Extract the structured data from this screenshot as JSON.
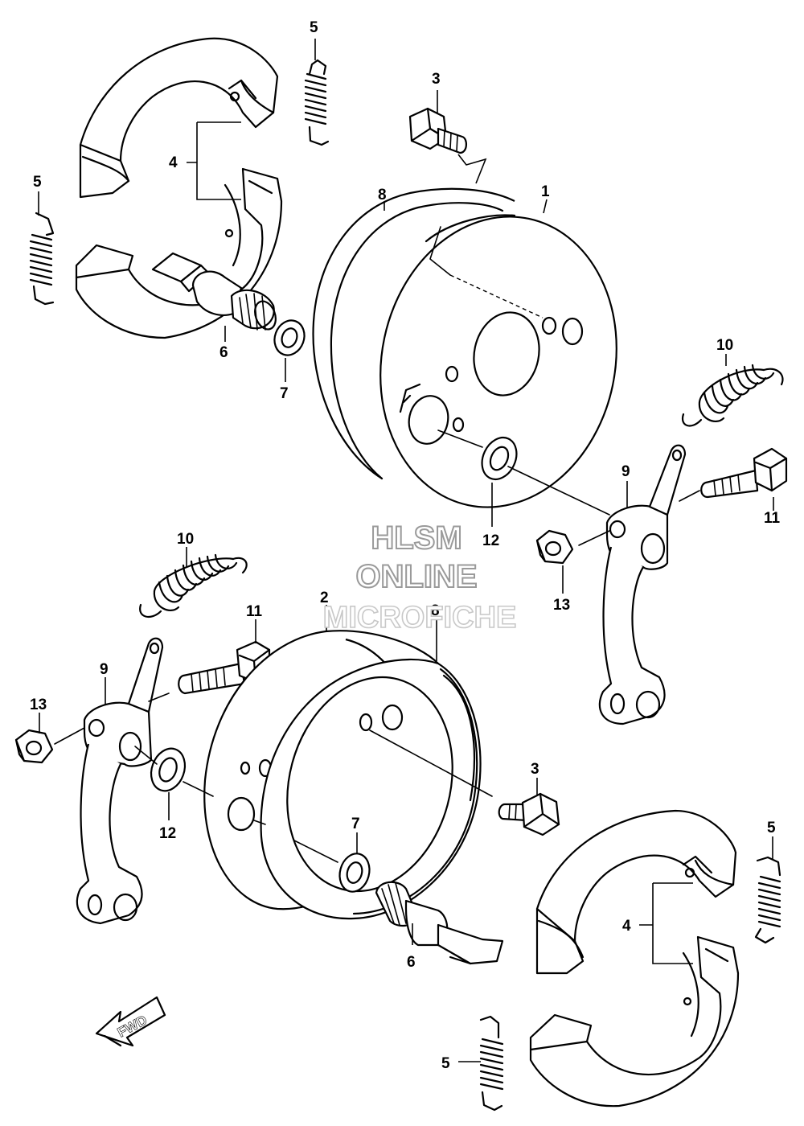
{
  "diagram": {
    "callouts": [
      {
        "id": "c-5a",
        "text": "5"
      },
      {
        "id": "c-3a",
        "text": "3"
      },
      {
        "id": "c-4a",
        "text": "4"
      },
      {
        "id": "c-5b",
        "text": "5"
      },
      {
        "id": "c-8a",
        "text": "8"
      },
      {
        "id": "c-1",
        "text": "1"
      },
      {
        "id": "c-6a",
        "text": "6"
      },
      {
        "id": "c-7a",
        "text": "7"
      },
      {
        "id": "c-10a",
        "text": "10"
      },
      {
        "id": "c-9a",
        "text": "9"
      },
      {
        "id": "c-11a",
        "text": "11"
      },
      {
        "id": "c-12a",
        "text": "12"
      },
      {
        "id": "c-13a",
        "text": "13"
      },
      {
        "id": "c-10b",
        "text": "10"
      },
      {
        "id": "c-2",
        "text": "2"
      },
      {
        "id": "c-8b",
        "text": "8"
      },
      {
        "id": "c-11b",
        "text": "11"
      },
      {
        "id": "c-9b",
        "text": "9"
      },
      {
        "id": "c-13b",
        "text": "13"
      },
      {
        "id": "c-3b",
        "text": "3"
      },
      {
        "id": "c-12b",
        "text": "12"
      },
      {
        "id": "c-7b",
        "text": "7"
      },
      {
        "id": "c-5c",
        "text": "5"
      },
      {
        "id": "c-4b",
        "text": "4"
      },
      {
        "id": "c-6b",
        "text": "6"
      },
      {
        "id": "c-5d",
        "text": "5"
      }
    ],
    "fwd_label": "FWD"
  },
  "watermark": {
    "line1": "HLSM",
    "line2": "ONLINE",
    "line3": "MICROFICHE"
  }
}
